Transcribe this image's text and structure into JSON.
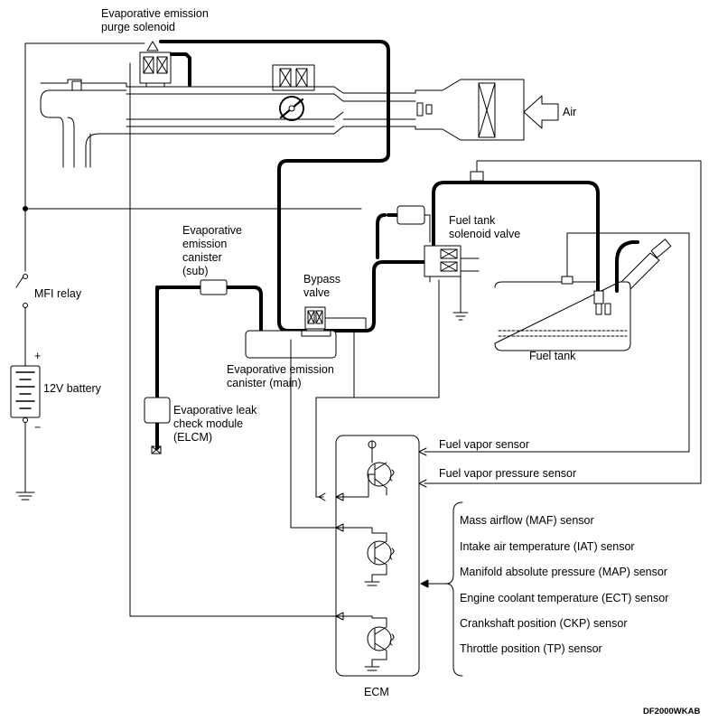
{
  "labels": {
    "purge_solenoid": "Evaporative emission\npurge solenoid",
    "air": "Air",
    "mfi_relay": "MFI relay",
    "battery": "12V battery",
    "battery_plus": "+",
    "battery_minus": "−",
    "canister_sub": "Evaporative\nemission\ncanister\n(sub)",
    "bypass_valve": "Bypass\nvalve",
    "canister_main": "Evaporative emission\ncanister (main)",
    "fuel_tank_solenoid": "Fuel tank\nsolenoid valve",
    "fuel_tank": "Fuel tank",
    "elcm": "Evaporative leak\ncheck module\n(ELCM)",
    "fuel_vapor_sensor": "Fuel vapor sensor",
    "fuel_vapor_pressure_sensor": "Fuel vapor pressure sensor",
    "ecm": "ECM",
    "figure_code": "DF2000WKAB"
  },
  "sensors": [
    "Mass airflow (MAF) sensor",
    "Intake air temperature (IAT) sensor",
    "Manifold absolute pressure (MAP) sensor",
    "Engine coolant temperature (ECT) sensor",
    "Crankshaft position (CKP) sensor",
    "Throttle position (TP) sensor"
  ]
}
